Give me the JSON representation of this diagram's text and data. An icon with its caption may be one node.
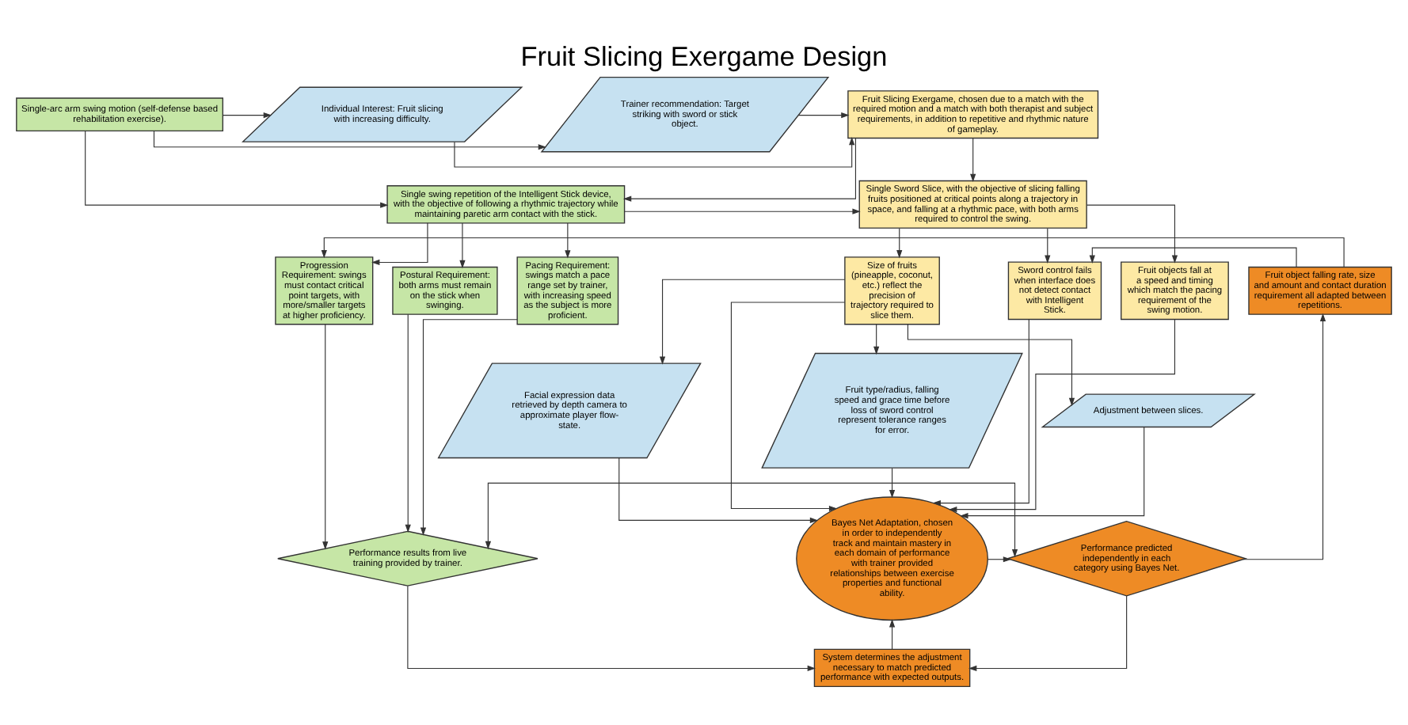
{
  "diagram": {
    "title": "Fruit Slicing Exergame Design",
    "nodes": [
      {
        "text": [
          "Single-arc arm swing motion (self-defense based rehabilitation exercise)."
        ]
      },
      {
        "text": [
          "Trainer recommendation: Target striking with sword or stick object."
        ]
      },
      {
        "text": [
          "Individual Interest: Fruit slicing with increasing difficulty."
        ]
      },
      {
        "text": [
          "Fruit Slicing Exergame, chosen due to a match with the required motion and a match with both therapist and subject requirements, in addition to repetitive and rhythmic nature of gameplay."
        ]
      },
      {
        "text": [
          "Single swing repetition of the Intelligent Stick device, with the objective of following a rhythmic trajectory while maintaining paretic arm contact with the stick."
        ]
      },
      {
        "text": [
          "Single Sword Slice, with the objective of slicing falling fruits positioned at critical points along a trajectory in space, and falling at a rhythmic pace, with both arms required to control the swing."
        ]
      },
      {
        "text": [
          "Postural Requirement: both arms must remain on the stick when swinging."
        ]
      },
      {
        "text": [
          "Pacing Requirement: swings match a pace range set by trainer, with increasing speed as the subject is more proficient."
        ]
      },
      {
        "text": [
          "Progression Requirement: swings must contact critical point targets, with more/smaller targets at higher proficiency."
        ]
      },
      {
        "text": [
          "Fruit object falling rate, size and amount and contact duration requirement all adapted between repetitions."
        ]
      },
      {
        "text": [
          "Sword control fails when interface does not detect contact with Intelligent Stick."
        ]
      },
      {
        "text": [
          "Fruit objects fall at a speed and timing which match the pacing requirement of the swing motion."
        ]
      },
      {
        "text": [
          "Size of fruits (pineapple, coconut, etc.) reflect the precision of trajectory required to slice them."
        ]
      },
      {
        "text": [
          "Performance results from live training provided by trainer."
        ]
      },
      {
        "text": [
          "Performance predicted independently in each category using Bayes Net."
        ]
      },
      {
        "text": [
          "Bayes Net Adaptation, chosen in order to independently track and maintain mastery in each domain of performance with trainer provided relationships between exercise properties and functional ability."
        ]
      },
      {
        "text": [
          "Fruit type/radius, falling speed and grace time before loss of sword control represent tolerance ranges for error."
        ]
      },
      {
        "text": [
          "Adjustment between slices."
        ]
      },
      {
        "text": [
          "Facial expression data retrieved by depth camera to approximate player flow-state."
        ]
      },
      {
        "text": [
          "System determines the adjustment necessary to match predicted performance with expected outputs."
        ]
      }
    ],
    "edges": [
      {
        "from": 0,
        "to": 1,
        "arrow": "to"
      },
      {
        "from": 0,
        "to": 2,
        "arrow": "to"
      },
      {
        "from": 1,
        "to": 3,
        "arrow": "to"
      },
      {
        "from": 2,
        "to": 3,
        "arrow": "to"
      },
      {
        "from": 0,
        "to": 4,
        "arrow": "to"
      },
      {
        "from": 3,
        "to": 4,
        "arrow": "to"
      },
      {
        "from": 4,
        "to": 5,
        "arrow": "to"
      },
      {
        "from": 3,
        "to": 5,
        "arrow": "to"
      },
      {
        "from": 4,
        "to": 6,
        "arrow": "to"
      },
      {
        "from": 4,
        "to": 7,
        "arrow": "to"
      },
      {
        "from": 4,
        "to": 8,
        "arrow": "to"
      },
      {
        "from": 5,
        "to": 10,
        "arrow": "to"
      },
      {
        "from": 5,
        "to": 11,
        "arrow": "to"
      },
      {
        "from": 5,
        "to": 12,
        "arrow": "to"
      },
      {
        "from": 9,
        "to": 8,
        "arrow": "to"
      },
      {
        "from": 9,
        "to": 10,
        "arrow": "to"
      },
      {
        "from": 6,
        "to": 13,
        "arrow": "to"
      },
      {
        "from": 7,
        "to": 13,
        "arrow": "to"
      },
      {
        "from": 8,
        "to": 13,
        "arrow": "to"
      },
      {
        "from": 13,
        "to": 14,
        "arrow": "both"
      },
      {
        "from": 14,
        "to": 9,
        "arrow": "to"
      },
      {
        "from": 14,
        "to": 19,
        "arrow": "to"
      },
      {
        "from": 13,
        "to": 19,
        "arrow": "to"
      },
      {
        "from": 19,
        "to": 15,
        "arrow": "to"
      },
      {
        "from": 15,
        "to": 14,
        "arrow": "to"
      },
      {
        "from": 10,
        "to": 15,
        "arrow": "to"
      },
      {
        "from": 11,
        "to": 15,
        "arrow": "to"
      },
      {
        "from": 12,
        "to": 15,
        "arrow": "to"
      },
      {
        "from": 12,
        "to": 16,
        "arrow": "to"
      },
      {
        "from": 12,
        "to": 17,
        "arrow": "to"
      },
      {
        "from": 12,
        "to": 18,
        "arrow": "to"
      },
      {
        "from": 16,
        "to": 15,
        "arrow": "to"
      },
      {
        "from": 17,
        "to": 15,
        "arrow": "to"
      },
      {
        "from": 18,
        "to": 15,
        "arrow": "to"
      }
    ]
  }
}
